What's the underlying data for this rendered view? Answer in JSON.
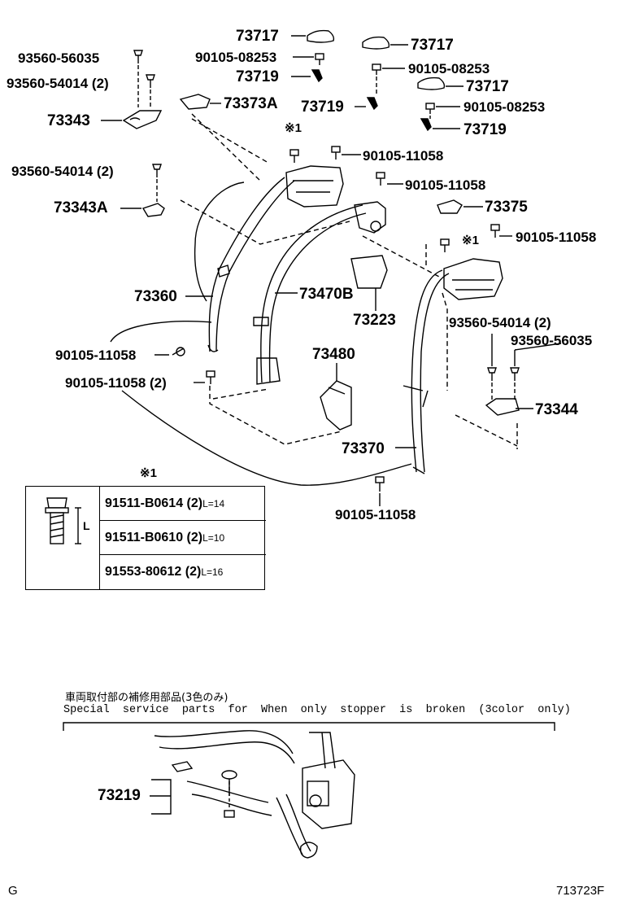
{
  "labels": {
    "p73717_a": "73717",
    "p73717_b": "73717",
    "p73717_c": "73717",
    "p93560_56035_a": "93560-56035",
    "p93560_54014_a": "93560-54014 (2)",
    "p90105_08253_a": "90105-08253",
    "p90105_08253_b": "90105-08253",
    "p90105_08253_c": "90105-08253",
    "p73719_a": "73719",
    "p73719_b": "73719",
    "p73719_c": "73719",
    "p73373A": "73373A",
    "p73343": "73343",
    "mark_1_a": "※1",
    "mark_1_b": "※1",
    "mark_1_table": "※1",
    "p90105_11058_a": "90105-11058",
    "p90105_11058_b": "90105-11058",
    "p90105_11058_c": "90105-11058",
    "p90105_11058_d": "90105-11058",
    "p90105_11058_e": "90105-11058 (2)",
    "p90105_11058_f": "90105-11058",
    "p93560_54014_b": "93560-54014 (2)",
    "p73343A": "73343A",
    "p73375": "73375",
    "p73360": "73360",
    "p73470B": "73470B",
    "p73223": "73223",
    "p93560_54014_c": "93560-54014 (2)",
    "p93560_56035_b": "93560-56035",
    "p73480": "73480",
    "p73344": "73344",
    "p73370": "73370",
    "p73219": "73219"
  },
  "table": {
    "length_label": "L",
    "rows": [
      {
        "part": "91511-B0614 (2)",
        "length": "L=14"
      },
      {
        "part": "91511-B0610 (2)",
        "length": "L=10"
      },
      {
        "part": "91553-80612 (2)",
        "length": "L=16"
      }
    ]
  },
  "special": {
    "japanese": "車両取付部の補修用部品(3色のみ)",
    "english": "Special  service  parts  for  When  only  stopper  is  broken  (3color  only)"
  },
  "footer": {
    "left": "G",
    "right": "713723F"
  }
}
